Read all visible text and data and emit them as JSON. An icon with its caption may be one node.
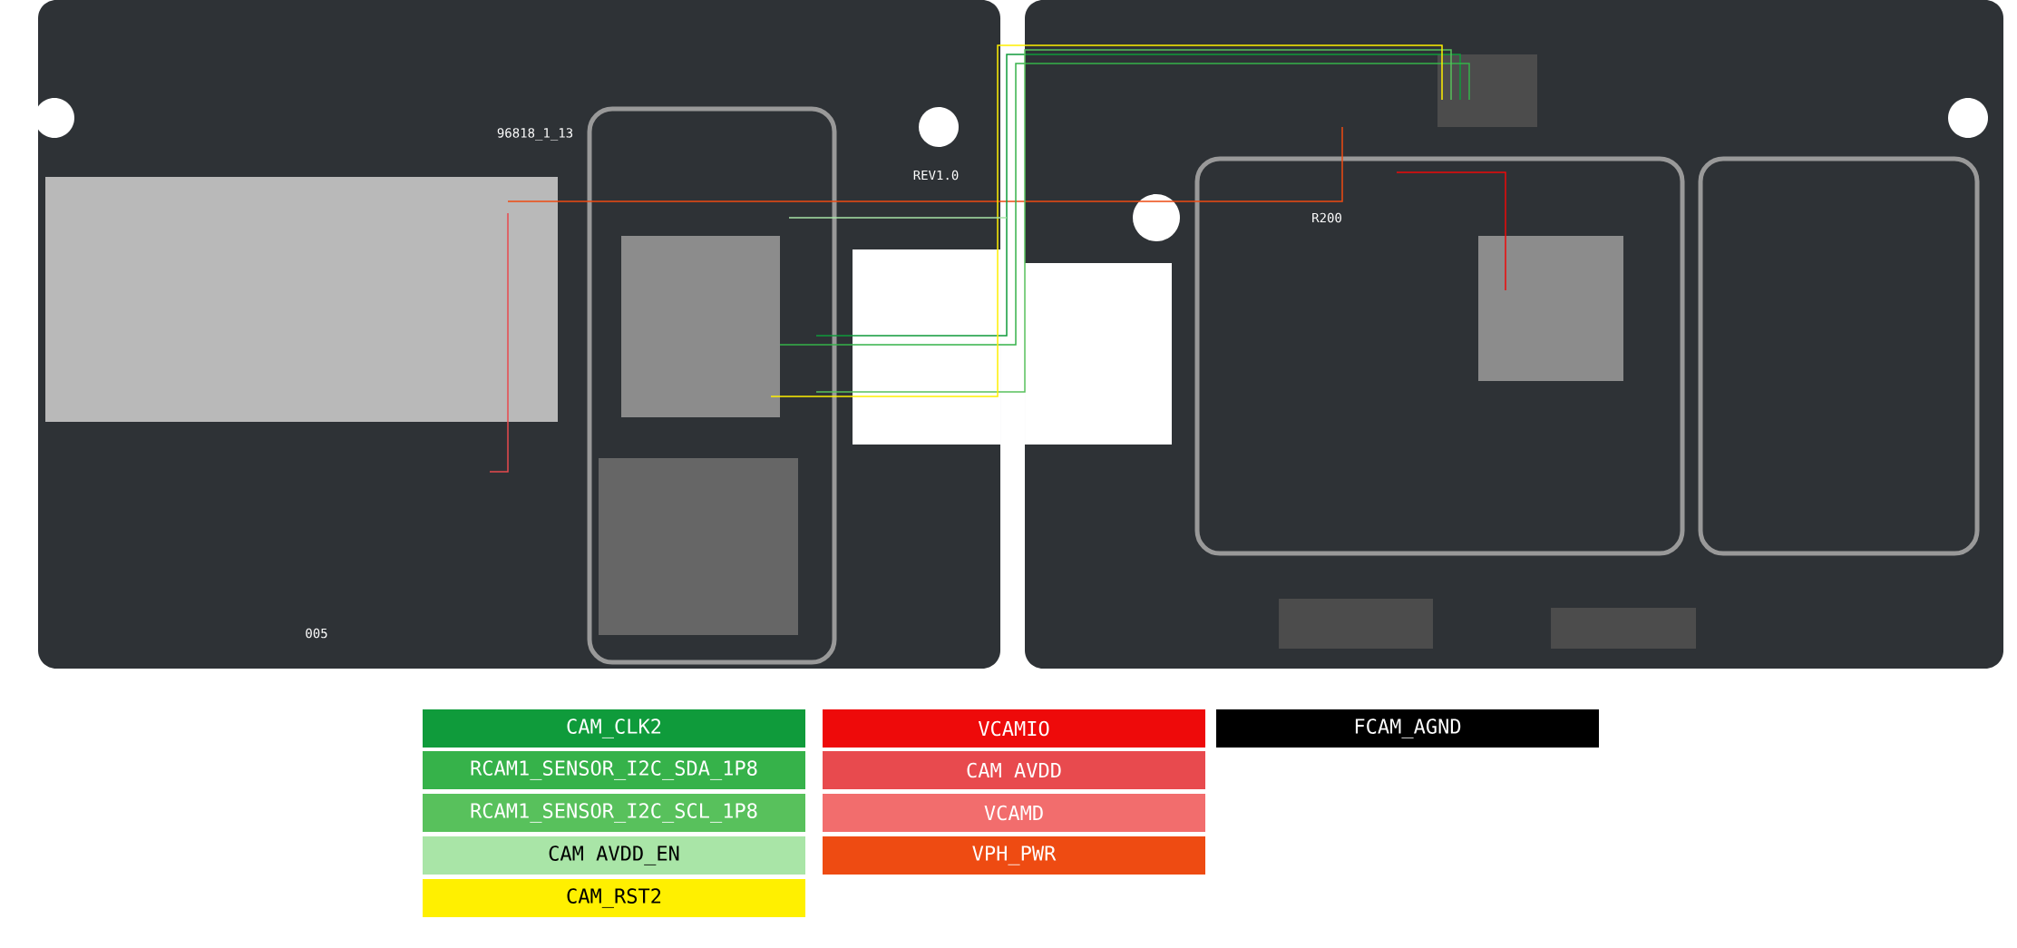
{
  "diagram": {
    "labels": [
      "96818_1_13",
      "REV1.0",
      "R200",
      "005"
    ],
    "legend": [
      {
        "text": "CAM_CLK2",
        "color": "#0f9b3b"
      },
      {
        "text": "RCAM1_SENSOR_I2C_SDA_1P8",
        "color": "#36b24a"
      },
      {
        "text": "RCAM1_SENSOR_I2C_SCL_1P8",
        "color": "#58c15c"
      },
      {
        "text": "CAM AVDD_EN",
        "color": "#a9e5a7"
      },
      {
        "text": "CAM_RST2",
        "color": "#fff000"
      },
      {
        "text": "VCAMIO",
        "color": "#ee0a0a"
      },
      {
        "text": "CAM AVDD",
        "color": "#e84a4e"
      },
      {
        "text": "VCAMD",
        "color": "#f26d6d"
      },
      {
        "text": "VPH_PWR",
        "color": "#ee4b12"
      },
      {
        "text": "FCAM_AGND",
        "color": "#000000"
      }
    ]
  }
}
